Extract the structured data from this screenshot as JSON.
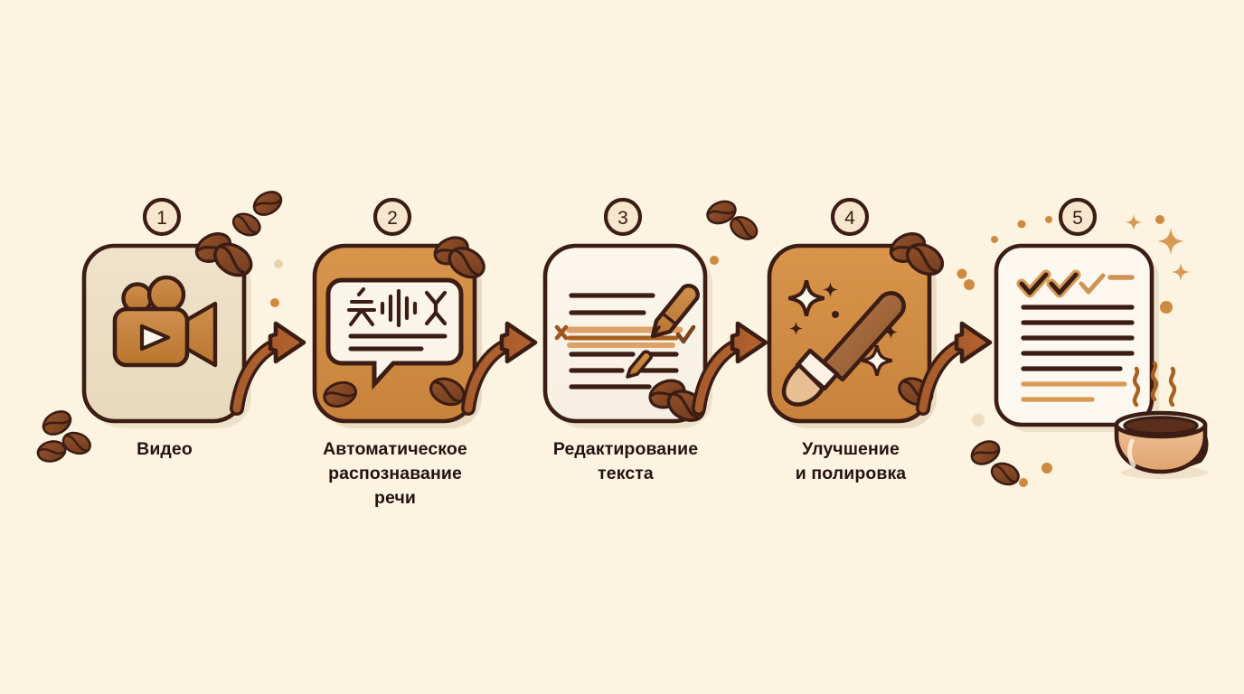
{
  "meta": {
    "title": "Процесс обработки видео в текст",
    "language": "ru",
    "background_color": "#fdf3e1"
  },
  "palette": {
    "background": "#fdf3e1",
    "outline_dark": "#3b1d14",
    "outline_mid": "#4a2318",
    "card_cream": "#efe1c8",
    "card_orange": "#d08b43",
    "card_white": "#fbf5ec",
    "accent_orange": "#cf8a41",
    "accent_light_orange": "#dda167",
    "bean_brown": "#8a4b28",
    "bean_dark": "#5b2d18",
    "arrow_brown": "#a65a2a",
    "text_dark": "#241310",
    "coffee_liquid": "#5b2f1c",
    "cup_body": "#e8b483"
  },
  "steps": [
    {
      "number": "1",
      "label": "Видео",
      "icon": "video-camera-icon",
      "card_style": "cream",
      "has_arrow_after": true
    },
    {
      "number": "2",
      "label": "Автоматическое\nраспознавание\nречи",
      "icon": "speech-bubble-transcript-icon",
      "card_style": "orange",
      "has_arrow_after": true
    },
    {
      "number": "3",
      "label": "Редактирование\nтекста",
      "icon": "document-edit-pencil-icon",
      "card_style": "white",
      "has_arrow_after": true
    },
    {
      "number": "4",
      "label": "Улучшение\nи полировка",
      "icon": "paintbrush-sparkle-icon",
      "card_style": "orange",
      "has_arrow_after": true
    },
    {
      "number": "5",
      "label": "",
      "icon": "checklist-document-icon",
      "card_style": "white",
      "has_arrow_after": false
    }
  ],
  "decorations": {
    "coffee_beans_count": 14,
    "dots_count": 12,
    "sparkles_count": 3,
    "coffee_cup": "coffee-cup-icon",
    "steam_lines": 3
  },
  "final_document": {
    "checkmarks": 3,
    "text_lines": 7
  }
}
